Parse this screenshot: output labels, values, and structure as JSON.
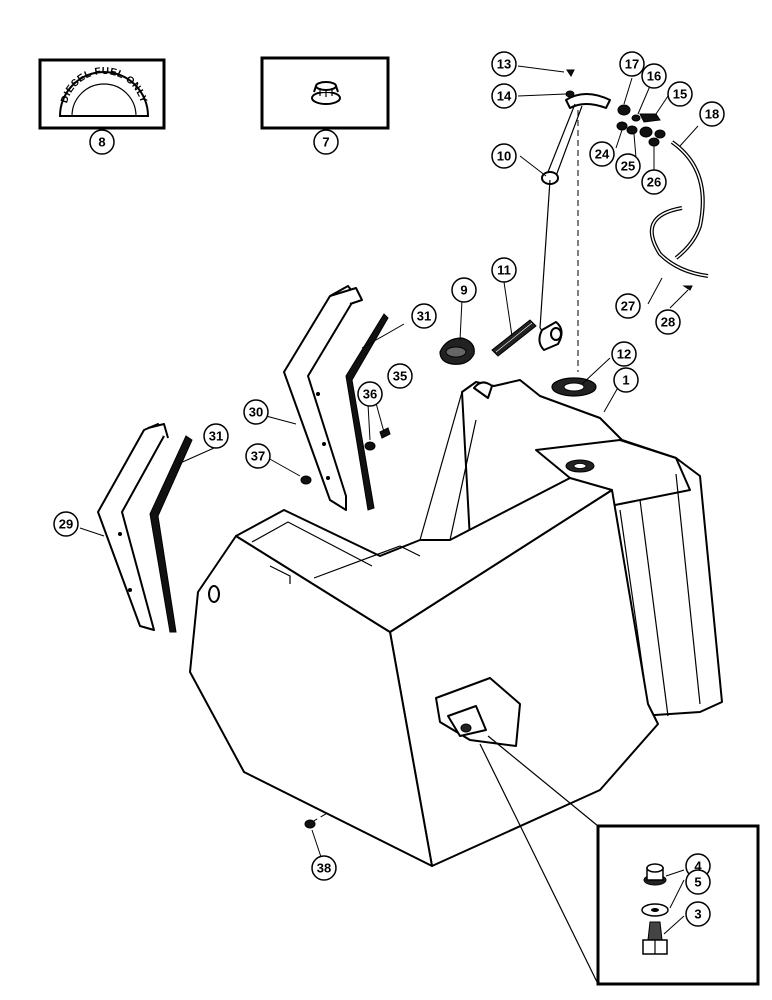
{
  "decal_text": "DIESEL FUEL ONLY",
  "callouts": [
    {
      "id": "c1",
      "label": "1"
    },
    {
      "id": "c3",
      "label": "3"
    },
    {
      "id": "c4",
      "label": "4"
    },
    {
      "id": "c5",
      "label": "5"
    },
    {
      "id": "c7",
      "label": "7"
    },
    {
      "id": "c8",
      "label": "8"
    },
    {
      "id": "c9",
      "label": "9"
    },
    {
      "id": "c10",
      "label": "10"
    },
    {
      "id": "c11",
      "label": "11"
    },
    {
      "id": "c12",
      "label": "12"
    },
    {
      "id": "c13",
      "label": "13"
    },
    {
      "id": "c14",
      "label": "14"
    },
    {
      "id": "c15",
      "label": "15"
    },
    {
      "id": "c16",
      "label": "16"
    },
    {
      "id": "c17",
      "label": "17"
    },
    {
      "id": "c18",
      "label": "18"
    },
    {
      "id": "c24",
      "label": "24"
    },
    {
      "id": "c25",
      "label": "25"
    },
    {
      "id": "c26",
      "label": "26"
    },
    {
      "id": "c27",
      "label": "27"
    },
    {
      "id": "c28",
      "label": "28"
    },
    {
      "id": "c29",
      "label": "29"
    },
    {
      "id": "c30",
      "label": "30"
    },
    {
      "id": "c31a",
      "label": "31"
    },
    {
      "id": "c31b",
      "label": "31"
    },
    {
      "id": "c35",
      "label": "35"
    },
    {
      "id": "c36",
      "label": "36"
    },
    {
      "id": "c37",
      "label": "37"
    },
    {
      "id": "c38",
      "label": "38"
    }
  ]
}
